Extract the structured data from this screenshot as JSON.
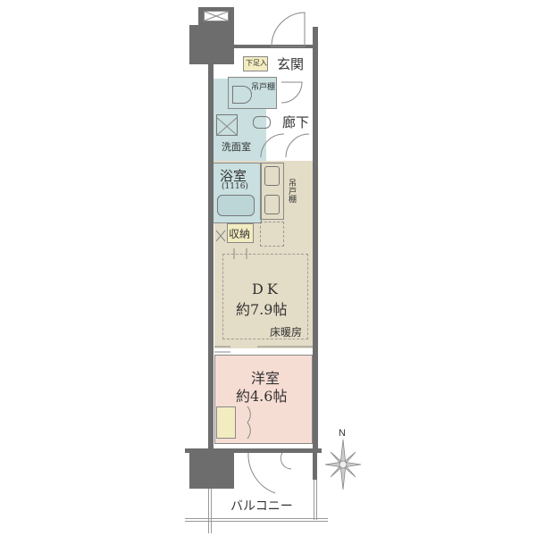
{
  "floorplan": {
    "colors": {
      "wall": "#6d6d6d",
      "wet_area": "#c9dfe0",
      "dk": "#e3dcc6",
      "western_room": "#f6ddd3",
      "storage": "#f3ecc0",
      "entrance": "#ffffff"
    },
    "rooms": {
      "entrance": "玄関",
      "shoe_box": "下足入",
      "upper_cabinet_toilet": "吊戸棚",
      "corridor": "廊下",
      "washroom": "洗面室",
      "bathroom": "浴室",
      "bathroom_size": "(1116)",
      "storage": "収納",
      "upper_cabinet_kitchen": "吊戸棚",
      "dk_name": "DK",
      "dk_area": "約7.9帖",
      "floor_heating": "床暖房",
      "western_name": "洋室",
      "western_area": "約4.6帖",
      "balcony": "バルコニー"
    },
    "compass": {
      "north_label": "N"
    }
  }
}
